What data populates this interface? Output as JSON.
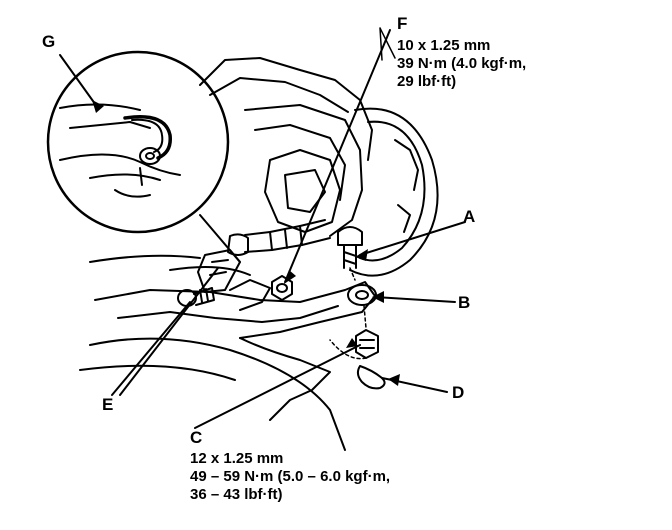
{
  "callouts": {
    "a": "A",
    "b": "B",
    "c": "C",
    "d": "D",
    "e": "E",
    "f": "F",
    "g": "G"
  },
  "spec_f": {
    "size": "10 x 1.25 mm",
    "torque": "39 N·m (4.0 kgf·m,",
    "torque_imperial": "29 lbf·ft)"
  },
  "spec_c": {
    "size": "12 x 1.25 mm",
    "torque": "49 – 59 N·m (5.0 – 6.0 kgf·m,",
    "torque_imperial": "36 – 43 lbf·ft)"
  },
  "colors": {
    "ink": "#000000",
    "paper": "#ffffff"
  }
}
